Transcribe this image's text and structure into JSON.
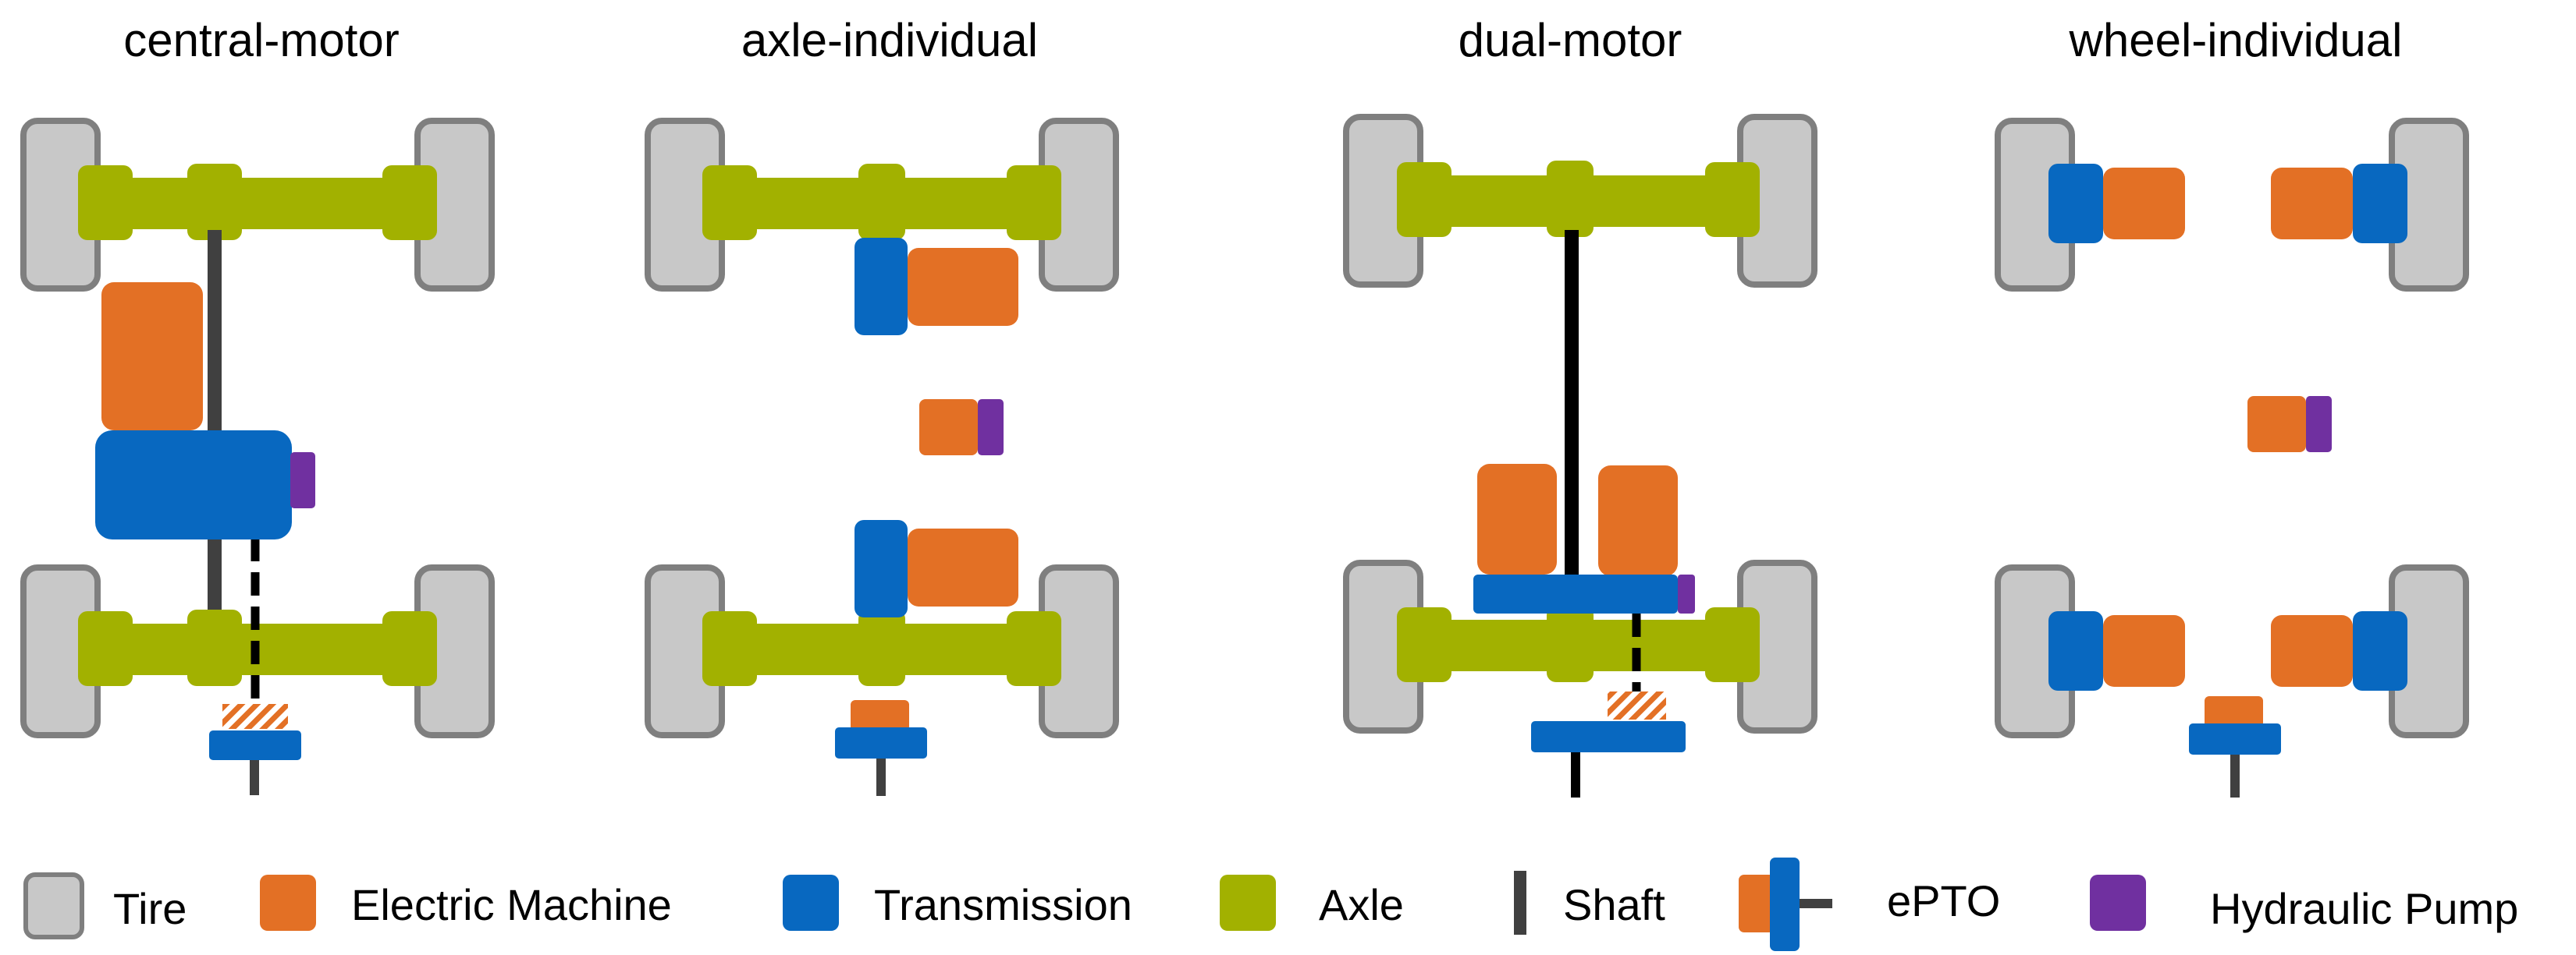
{
  "colors": {
    "tire": "#c8c8c8",
    "tire_stroke": "#7f7f7f",
    "electric_machine": "#e37025",
    "transmission": "#0868c0",
    "axle": "#a2b100",
    "shaft": "#404040",
    "hydraulic_pump": "#7030a0",
    "background": "#ffffff"
  },
  "diagrams": [
    {
      "title": "central-motor"
    },
    {
      "title": "axle-individual"
    },
    {
      "title": "dual-motor"
    },
    {
      "title": "wheel-individual"
    }
  ],
  "legend": {
    "tire": "Tire",
    "electric_machine": "Electric Machine",
    "transmission": "Transmission",
    "axle": "Axle",
    "shaft": "Shaft",
    "epto": "ePTO",
    "hydraulic_pump": "Hydraulic Pump"
  }
}
